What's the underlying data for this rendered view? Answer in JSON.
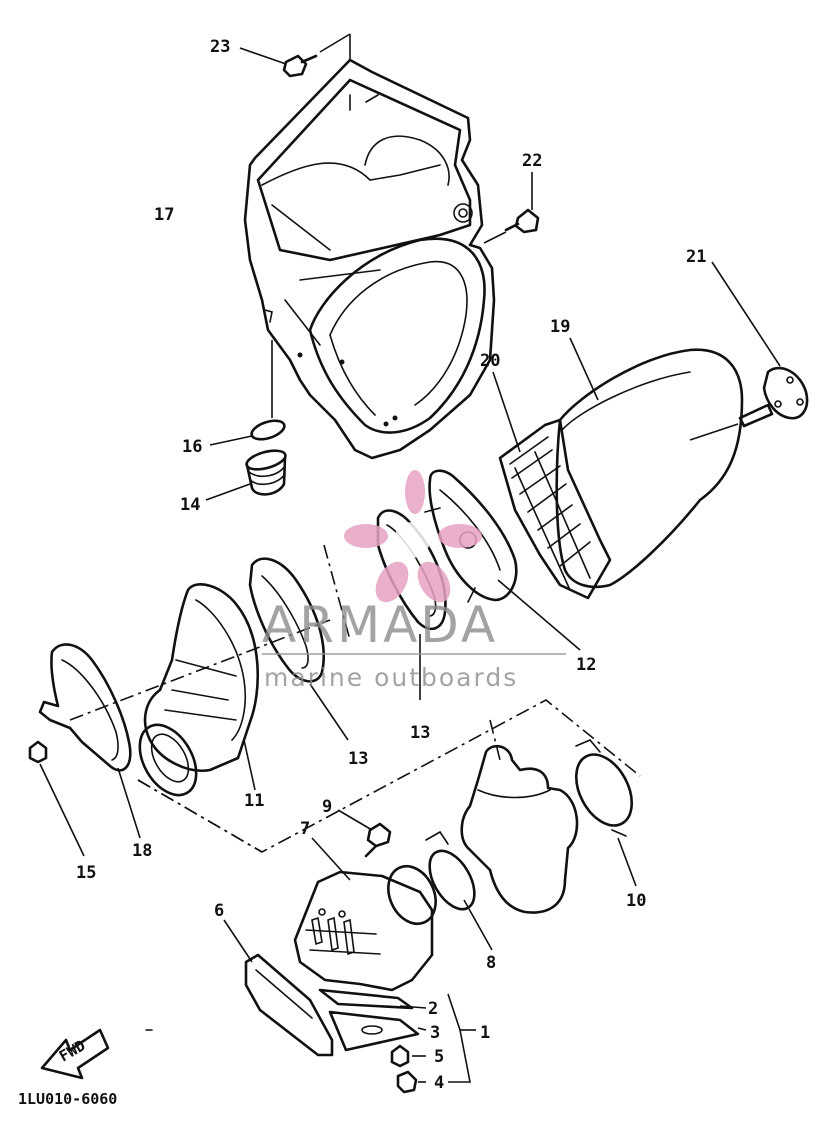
{
  "diagram": {
    "callouts": [
      "1",
      "2",
      "3",
      "4",
      "5",
      "6",
      "7",
      "8",
      "9",
      "10",
      "11",
      "12",
      "13",
      "13",
      "14",
      "15",
      "16",
      "17",
      "18",
      "19",
      "20",
      "21",
      "22",
      "23"
    ],
    "drawing_code": "1LU010-6060",
    "fwd_label": "FWD",
    "watermark": {
      "brand": "ARMADA",
      "tagline": "marine outboards",
      "color": "#e6a2c3"
    }
  }
}
